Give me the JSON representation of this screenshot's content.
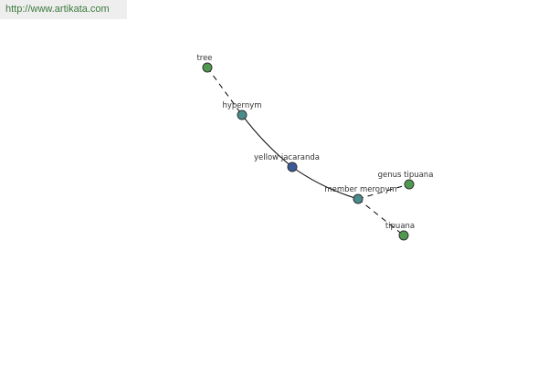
{
  "watermark": {
    "text": "http://www.artikata.com",
    "color": "#3e7a3e",
    "background": "#eeeeee"
  },
  "graph": {
    "colors": {
      "center": "#3b5a9a",
      "relation": "#4a8b8b",
      "term": "#4f9a4f",
      "edge": "#000000",
      "label": "#333333"
    },
    "nodes": [
      {
        "id": "tree",
        "label": "tree",
        "kind": "term"
      },
      {
        "id": "hypernym",
        "label": "hypernym",
        "kind": "relation"
      },
      {
        "id": "yellow-jacaranda",
        "label": "yellow jacaranda",
        "kind": "center"
      },
      {
        "id": "member-meronym",
        "label": "member meronym",
        "kind": "relation"
      },
      {
        "id": "genus-tipuana",
        "label": "genus tipuana",
        "kind": "term"
      },
      {
        "id": "tipuana",
        "label": "tipuana",
        "kind": "term"
      }
    ],
    "edges": [
      {
        "from": "tree",
        "to": "hypernym",
        "style": "dashed"
      },
      {
        "from": "hypernym",
        "to": "yellow-jacaranda",
        "style": "solid"
      },
      {
        "from": "yellow-jacaranda",
        "to": "member-meronym",
        "style": "solid"
      },
      {
        "from": "member-meronym",
        "to": "genus-tipuana",
        "style": "dashed"
      },
      {
        "from": "member-meronym",
        "to": "tipuana",
        "style": "dashed"
      }
    ]
  }
}
